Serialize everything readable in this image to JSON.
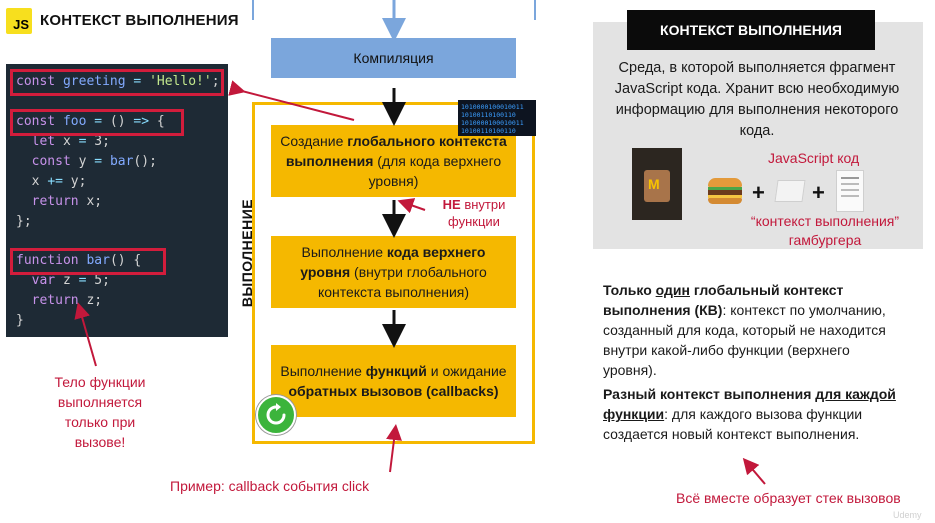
{
  "header": {
    "badge": "JS",
    "title": "КОНТЕКСТ ВЫПОЛНЕНИЯ"
  },
  "code": [
    "const greeting = 'Hello!';",
    "const foo = () => {",
    "  let x = 3;",
    "  const y = bar();",
    "  x += y;",
    "  return x;",
    "};",
    "function bar() {",
    "  var z = 5;",
    "  return z;",
    "}"
  ],
  "left_note": [
    "Тело функции",
    "выполняется",
    "только при",
    "вызове!"
  ],
  "flow": {
    "compile": "Компиляция",
    "vertical_label": "ВЫПОЛНЕНИЕ",
    "box1": {
      "pre": "Создание ",
      "bold": "глобального контекста выполнения",
      "post": " (для кода верхнего уровня)"
    },
    "box2": {
      "pre": "Выполнение ",
      "bold": "кода верхнего уровня",
      "post": " (внутри глобального контекста выполнения)"
    },
    "box3": {
      "pre": "Выполнение ",
      "bold1": "функций",
      "mid": " и ожидание ",
      "bold2": "обратных вызовов (callbacks)"
    },
    "not_inside_bold": "НЕ",
    "not_inside_rest": " внутри",
    "not_inside_line2": "функции",
    "binary_line1": "1010000100010011",
    "binary_line2": "10100110100110",
    "example": "Пример: callback события click"
  },
  "right": {
    "title": "КОНТЕКСТ ВЫПОЛНЕНИЯ",
    "desc": "Среда, в которой выполняется фрагмент JavaScript кода. Хранит всю необходимую информацию для выполнения некоторого кода.",
    "js_code_label": "JavaScript код",
    "ctx_label_line1": "“контекст  выполнения”",
    "ctx_label_line2": "гамбургера",
    "p1_bold_a": "Только ",
    "p1_bold_u": "один",
    "p1_bold_b": " глобальный контекст выполнения (КВ)",
    "p1_rest": ": контекст по умолчанию, созданный для кода, который не находится внутри какой-либо функции (верхнего уровня).",
    "p2_bold_a": "Разный контекст выполнения ",
    "p2_bold_u": "для каждой функции",
    "p2_rest": ": для каждого вызова функции создается новый контекст выполнения.",
    "stack_note": "Всё вместе образует стек вызовов",
    "watermark": "Udemy"
  },
  "colors": {
    "accent_yellow": "#f5b800",
    "accent_red": "#d31d3c",
    "compile_blue": "#7ba6dc",
    "code_bg": "#1e2a35"
  }
}
